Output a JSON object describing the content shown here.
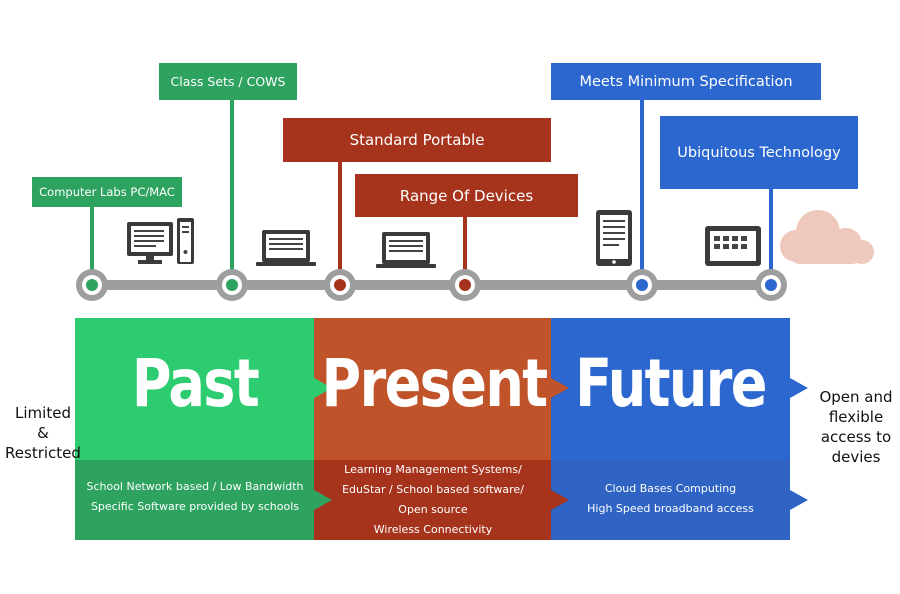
{
  "top_labels": {
    "computer_labs": "Computer Labs PC/MAC",
    "class_sets": "Class Sets / COWS",
    "standard_portable": "Standard Portable",
    "range_devices": "Range Of Devices",
    "meets_min": "Meets Minimum Specification",
    "ubiquitous": "Ubiquitous Technology"
  },
  "eras": {
    "past": "Past",
    "present": "Present",
    "future": "Future"
  },
  "details": {
    "past": [
      "School Network based / Low Bandwidth",
      "Specific Software provided by schools"
    ],
    "present": [
      "Learning Management Systems/",
      "EduStar / School based software/",
      "Open source",
      "Wireless Connectivity"
    ],
    "future": [
      "Cloud Bases Computing",
      "High Speed broadband access"
    ]
  },
  "side": {
    "left": [
      "Limited",
      "&",
      "Restricted"
    ],
    "right": [
      "Open and",
      "flexible",
      "access to",
      "devies"
    ]
  },
  "colors": {
    "green": "#2ea35f",
    "green_light": "#2ecc71",
    "red": "#a6331c",
    "orange": "#c0532a",
    "blue": "#2b67cf",
    "blue_dark": "#2f63c4"
  },
  "icons": [
    "desktop-icon",
    "laptop-icon",
    "laptop-icon",
    "laptop-icon",
    "tablet-icon",
    "tablet-landscape-icon",
    "cloud-icon"
  ]
}
